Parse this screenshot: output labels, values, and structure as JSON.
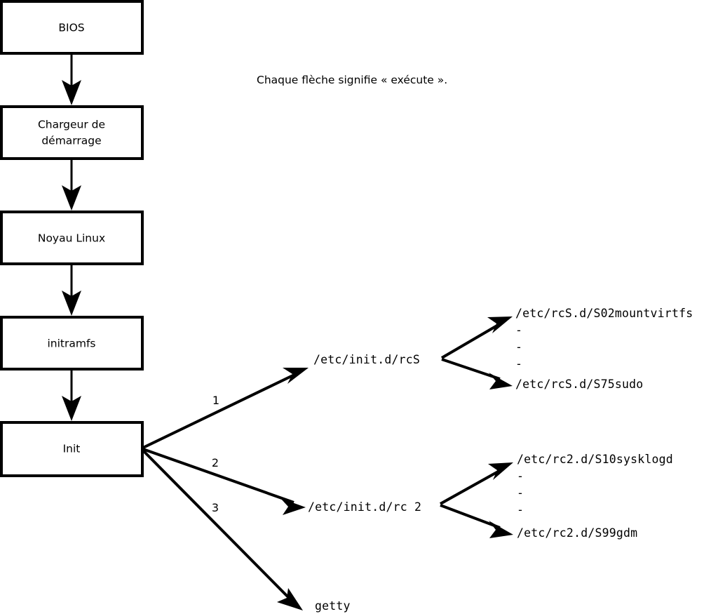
{
  "diagram": {
    "note": "Chaque flèche signifie « exécute ».",
    "boxes": [
      {
        "id": "bios",
        "label": "BIOS"
      },
      {
        "id": "bootloader",
        "label_line1": "Chargeur de",
        "label_line2": "démarrage"
      },
      {
        "id": "kernel",
        "label": "Noyau Linux"
      },
      {
        "id": "initramfs",
        "label": "initramfs"
      },
      {
        "id": "init",
        "label": "Init"
      }
    ],
    "branches": [
      {
        "number": "1",
        "target": "/etc/init.d/rcS"
      },
      {
        "number": "2",
        "target": "/etc/init.d/rc 2"
      },
      {
        "number": "3",
        "target": "getty"
      }
    ],
    "rcs_scripts": {
      "first": "/etc/rcS.d/S02mountvirtfs",
      "last": "/etc/rcS.d/S75sudo",
      "ellipsis": [
        "-",
        "-",
        "-"
      ]
    },
    "rc2_scripts": {
      "first": "/etc/rc2.d/S10sysklogd",
      "last": "/etc/rc2.d/S99gdm",
      "ellipsis": [
        "-",
        "-",
        "-"
      ]
    },
    "colors": {
      "stroke": "#000000",
      "fill": "#ffffff",
      "background": "#ffffff"
    }
  }
}
